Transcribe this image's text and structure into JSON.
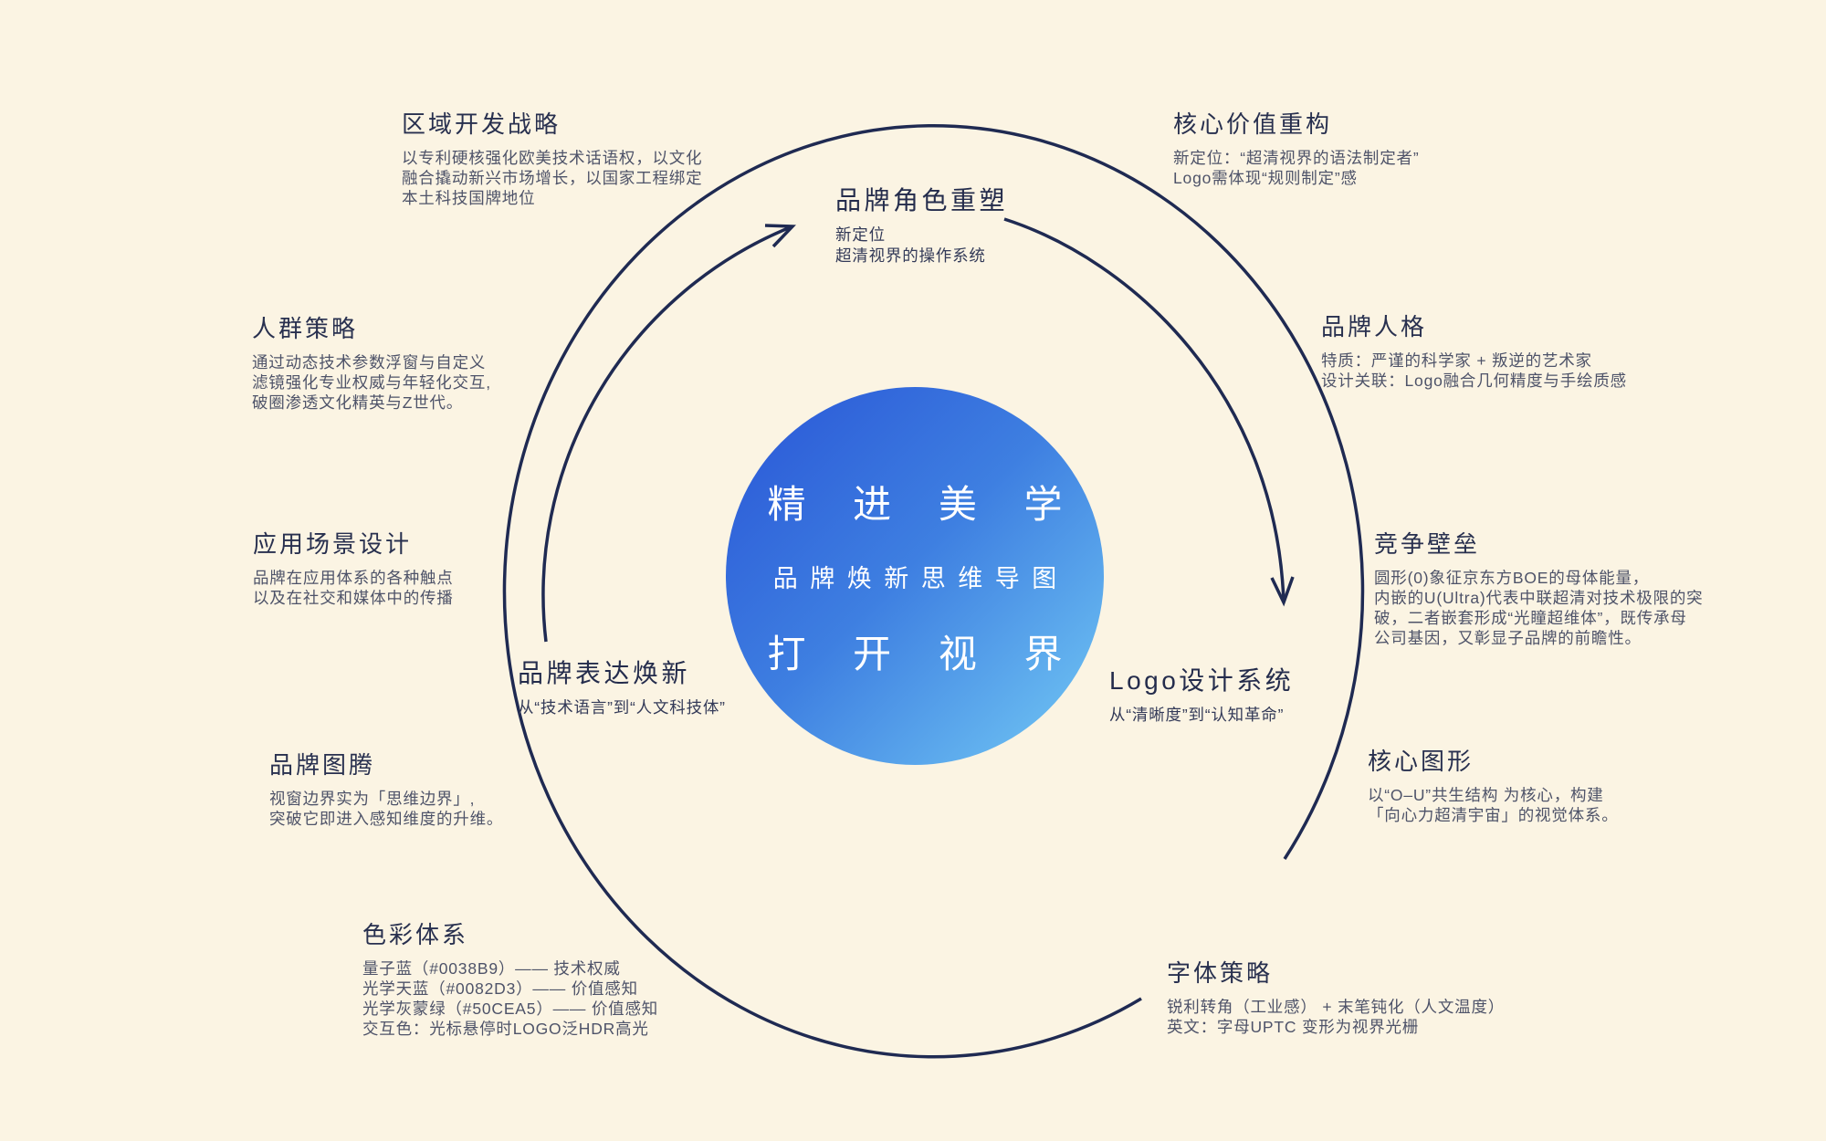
{
  "page": {
    "background": "#FBF4E3",
    "ink_title": "#28304F",
    "ink_body": "#4E5369",
    "arrow_stroke": "#1F2A52"
  },
  "center_circle": {
    "line1": "精 进 美 学",
    "line2": "品 牌 焕 新 思 维 导 图",
    "line3": "打 开 视 界",
    "gradient_start": "#2955D6",
    "gradient_end": "#74CBF5",
    "text_color": "#FFFFFF"
  },
  "nodes": {
    "region_dev": {
      "title": "区域开发战略",
      "body": "以专利硬核强化欧美技术话语权，以文化\n融合撬动新兴市场增长，以国家工程绑定\n本土科技国牌地位"
    },
    "core_value": {
      "title": "核心价值重构",
      "body": "新定位：“超清视界的语法制定者”\nLogo需体现“规则制定”感"
    },
    "brand_role": {
      "title": "品牌角色重塑",
      "body": "新定位\n超清视界的操作系统"
    },
    "crowd": {
      "title": "人群策略",
      "body": "通过动态技术参数浮窗与自定义\n滤镜强化专业权威与年轻化交互,\n破圈渗透文化精英与Z世代。"
    },
    "persona": {
      "title": "品牌人格",
      "body": "特质：严谨的科学家 + 叛逆的艺术家\n设计关联：Logo融合几何精度与手绘质感"
    },
    "scenes": {
      "title": "应用场景设计",
      "body": "品牌在应用体系的各种触点\n以及在社交和媒体中的传播"
    },
    "moat": {
      "title": "竞争壁垒",
      "body": "圆形(0)象征京东方BOE的母体能量，\n内嵌的U(Ultra)代表中联超清对技术极限的突\n破，二者嵌套形成“光瞳超维体”，既传承母\n公司基因，又彰显子品牌的前瞻性。"
    },
    "expression": {
      "title": "品牌表达焕新",
      "body": "从“技术语言”到“人文科技体”"
    },
    "logo_system": {
      "title": "Logo设计系统",
      "body": "从“清晰度”到“认知革命”"
    },
    "totem": {
      "title": "品牌图腾",
      "body": "视窗边界实为「思维边界」,\n突破它即进入感知维度的升维。"
    },
    "core_shape": {
      "title": "核心图形",
      "body": "以“O–U”共生结构 为核心，构建\n「向心力超清宇宙」的视觉体系。"
    },
    "colors": {
      "title": "色彩体系",
      "body": "量子蓝（#0038B9）—— 技术权威\n光学天蓝（#0082D3）—— 价值感知\n光学灰蒙绿（#50CEA5）—— 价值感知\n交互色：光标悬停时LOGO泛HDR高光"
    },
    "typography": {
      "title": "字体策略",
      "body": "锐利转角（工业感） + 末笔钝化（人文温度）\n英文：字母UPTC 变形为视界光栅"
    }
  }
}
